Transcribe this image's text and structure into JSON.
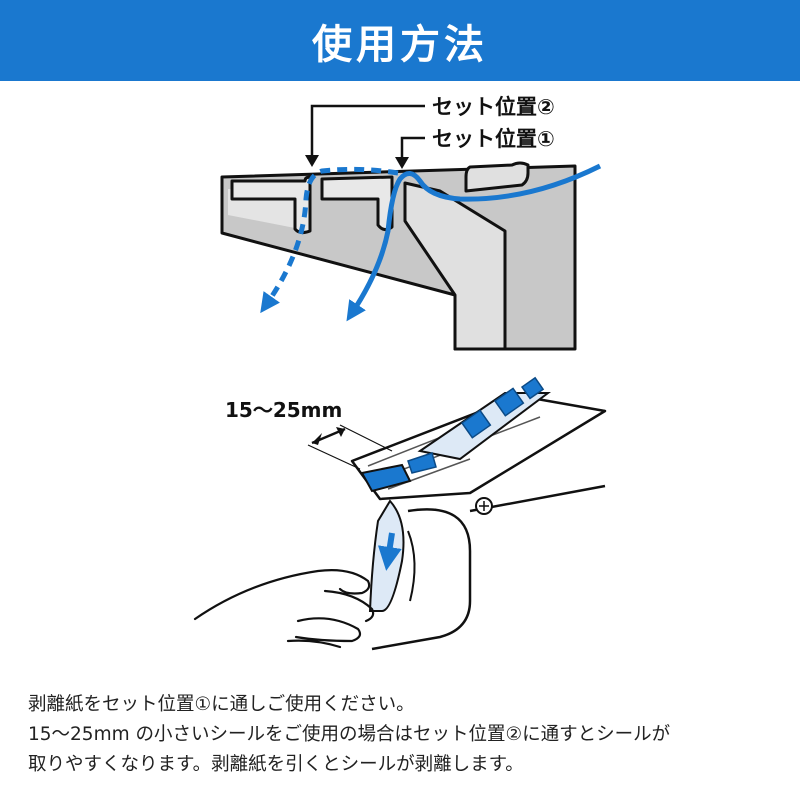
{
  "banner": {
    "title": "使用方法",
    "color": "#1a78cf"
  },
  "diagram_top": {
    "label_position_2": "セット位置②",
    "label_position_1": "セット位置①"
  },
  "diagram_bottom": {
    "dimension_label": "15〜25mm"
  },
  "description": {
    "lines": [
      "剥離紙をセット位置①に通しご使用ください。",
      "15〜25mm の小さいシールをご使用の場合はセット位置②に通すとシールが",
      "取りやすくなります。剥離紙を引くとシールが剥離します。"
    ]
  },
  "colors": {
    "accent_blue": "#1a78cf",
    "device_gray": "#c8c8c8",
    "outline": "#111111"
  }
}
